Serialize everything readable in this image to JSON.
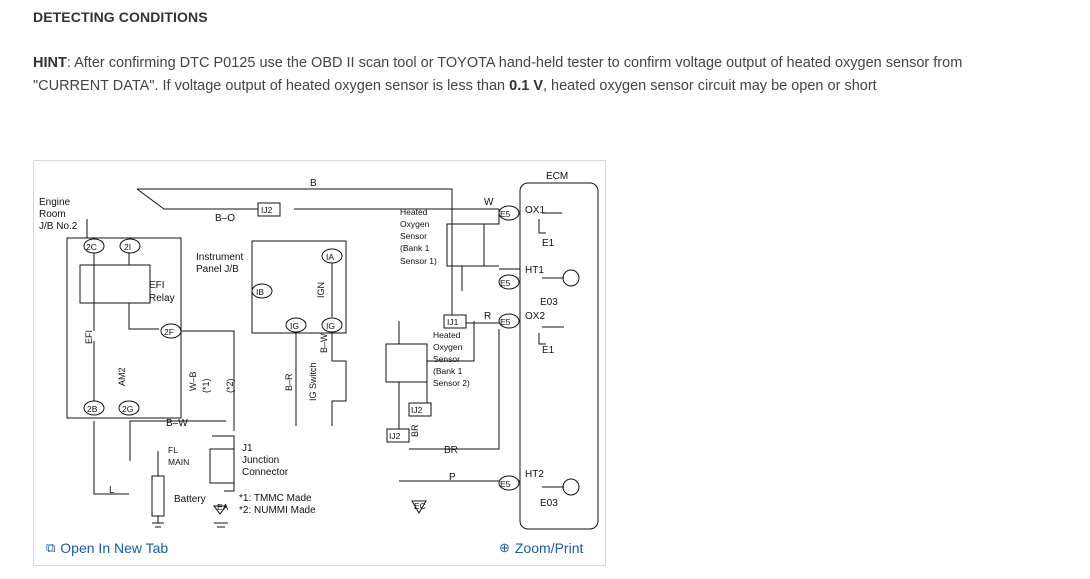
{
  "section": {
    "title": "DETECTING CONDITIONS"
  },
  "hint": {
    "label": "HINT",
    "text_before": ": After confirming DTC P0125 use the OBD II scan tool or TOYOTA hand-held tester to confirm voltage output of heated oxygen sensor from \"CURRENT DATA\". If voltage output of heated oxygen sensor is less than ",
    "threshold": "0.1 V",
    "text_after": ", heated oxygen sensor circuit may be open or short"
  },
  "figure": {
    "open_link": "Open In New Tab",
    "zoom_link": "Zoom/Print",
    "open_icon": "open-in-new-tab-icon",
    "zoom_icon": "magnifier-icon",
    "labels": {
      "engine_room": "Engine",
      "engine_room2": "Room",
      "jb_no2": "J/B No.2",
      "ecm": "ECM",
      "instrument": "Instrument",
      "panel_jb": "Panel J/B",
      "efi": "EFI",
      "relay": "Relay",
      "heated1": "Heated",
      "oxygen1": "Oxygen",
      "sensor1": "Sensor",
      "bank1_1": "(Bank 1",
      "sensor1_1": "Sensor 1)",
      "heated2": "Heated",
      "oxygen2": "Oxygen",
      "sensor2": "Sensor",
      "bank1_2": "(Bank 1",
      "sensor2_2": "Sensor 2)",
      "j1": "J1",
      "junction": "Junction",
      "connector": "Connector",
      "battery": "Battery",
      "fl": "FL",
      "main": "MAIN",
      "note1": "*1: TMMC Made",
      "note2": "*2: NUMMI Made",
      "ig_switch": "IG Switch",
      "ox1": "OX1",
      "ox2": "OX2",
      "ht1": "HT1",
      "ht2": "HT2",
      "e1a": "E1",
      "e1b": "E1",
      "e03a": "E03",
      "e03b": "E03",
      "e5a": "E5",
      "e5b": "E5",
      "e5c": "E5",
      "e5d": "E5",
      "ij1": "IJ1",
      "ij2a": "IJ2",
      "ij2b": "IJ2",
      "ij2c": "IJ2",
      "conn_2c": "2C",
      "conn_2i": "2I",
      "conn_2f": "2F",
      "conn_2b": "2B",
      "conn_2g": "2G",
      "conn_ia": "IA",
      "conn_ib": "IB",
      "conn_ig1": "IG",
      "conn_ig2": "IG",
      "efi_fuse": "EFI",
      "am2": "AM2",
      "w_b": "W–B",
      "b_o": "B–O",
      "b_r": "B–R",
      "b_w": "B–W",
      "b_w2": "B–W",
      "br": "BR",
      "br2": "BR",
      "ign": "IGN",
      "wire_b": "B",
      "wire_w": "W",
      "wire_r": "R",
      "wire_p": "P",
      "wire_l": "L",
      "ea": "EA",
      "ec": "EC",
      "star1": "(*1)",
      "star2": "(*2)"
    }
  }
}
